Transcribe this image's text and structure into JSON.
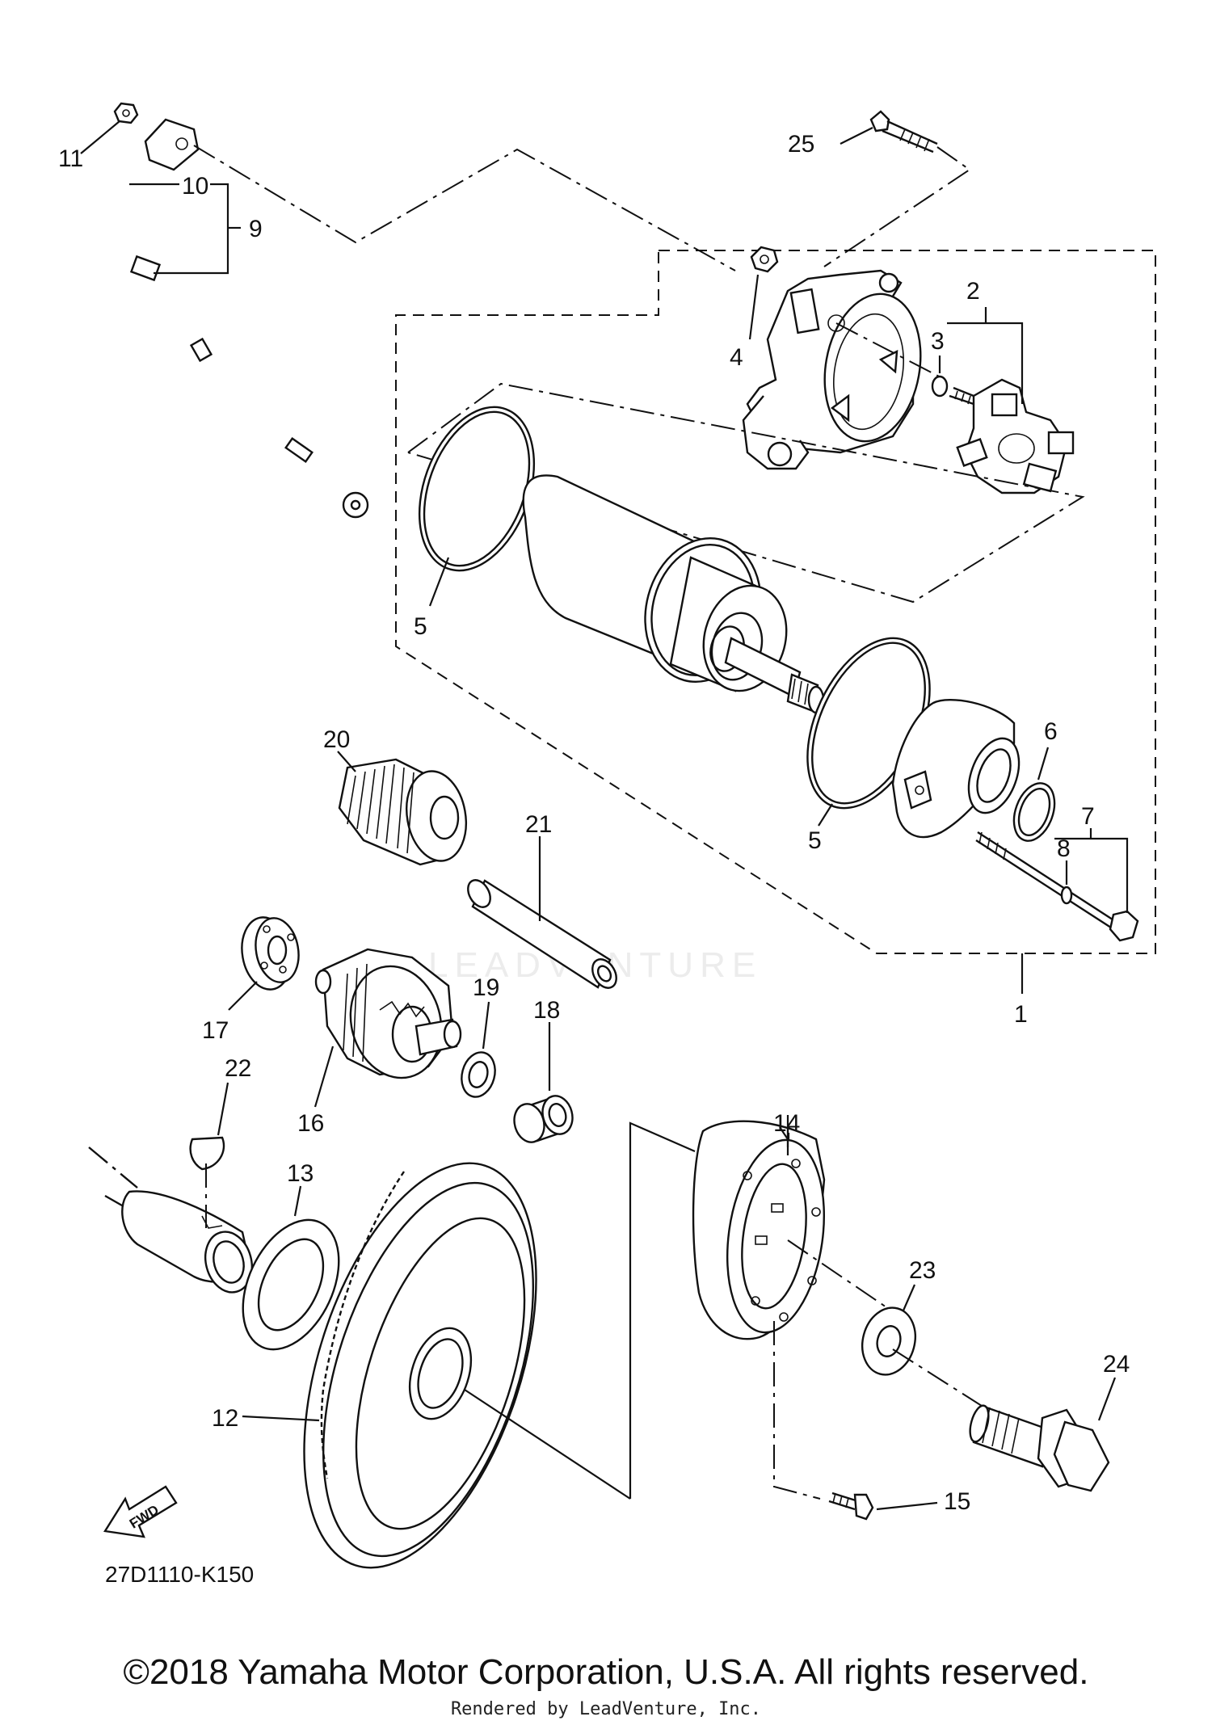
{
  "labels": {
    "p1": "1",
    "p2": "2",
    "p3": "3",
    "p4": "4",
    "p5a": "5",
    "p5b": "5",
    "p6": "6",
    "p7": "7",
    "p8": "8",
    "p9": "9",
    "p10": "10",
    "p11": "11",
    "p12": "12",
    "p13": "13",
    "p14": "14",
    "p15": "15",
    "p16": "16",
    "p17": "17",
    "p18": "18",
    "p19": "19",
    "p20": "20",
    "p21": "21",
    "p22": "22",
    "p23": "23",
    "p24": "24",
    "p25": "25"
  },
  "diagram_code": "27D1110-K150",
  "fwd_label": "FWD",
  "watermark": "LEADVENTURE",
  "copyright": "©2018 Yamaha Motor Corporation, U.S.A. All rights reserved.",
  "rendered_by": "Rendered by LeadVenture, Inc."
}
